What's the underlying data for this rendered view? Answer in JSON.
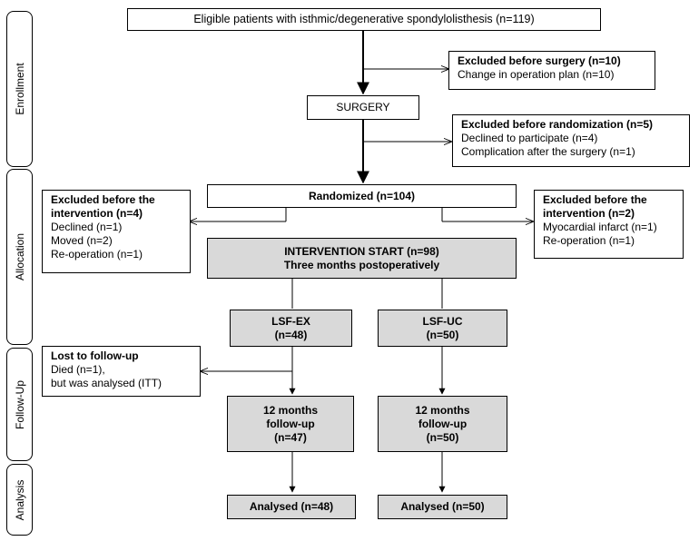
{
  "phases": {
    "enrollment": "Enrollment",
    "allocation": "Allocation",
    "follow_up": "Follow-Up",
    "analysis": "Analysis"
  },
  "eligible": {
    "text": "Eligible patients with isthmic/degenerative spondylolisthesis (n=119)"
  },
  "excluded_before_surgery": {
    "title": "Excluded before surgery (n=10)",
    "items": [
      "Change in operation plan (n=10)"
    ]
  },
  "surgery": {
    "text": "SURGERY"
  },
  "excluded_before_randomization": {
    "title": "Excluded before randomization (n=5)",
    "items": [
      "Declined to participate (n=4)",
      "Complication after the surgery (n=1)"
    ]
  },
  "randomized": {
    "text": "Randomized (n=104)"
  },
  "excluded_left": {
    "title_line1": "Excluded before the",
    "title_line2": "intervention (n=4)",
    "items": [
      "Declined (n=1)",
      "Moved (n=2)",
      "Re-operation (n=1)"
    ]
  },
  "excluded_right": {
    "title_line1": "Excluded before  the",
    "title_line2": "intervention (n=2)",
    "items": [
      "Myocardial infarct (n=1)",
      "Re-operation (n=1)"
    ]
  },
  "intervention_start": {
    "line1": "INTERVENTION START (n=98)",
    "line2": "Three months postoperatively"
  },
  "lsf_ex": {
    "line1": "LSF-EX",
    "line2": "(n=48)"
  },
  "lsf_uc": {
    "line1": "LSF-UC",
    "line2": "(n=50)"
  },
  "lost_to_follow_up": {
    "title": "Lost to follow-up",
    "items": [
      "Died (n=1),",
      "but was analysed (ITT)"
    ]
  },
  "followup_ex": {
    "line1": "12 months",
    "line2": "follow-up",
    "line3": "(n=47)"
  },
  "followup_uc": {
    "line1": "12 months",
    "line2": "follow-up",
    "line3": "(n=50)"
  },
  "analysed_ex": {
    "text": "Analysed (n=48)"
  },
  "analysed_uc": {
    "text": "Analysed (n=50)"
  }
}
